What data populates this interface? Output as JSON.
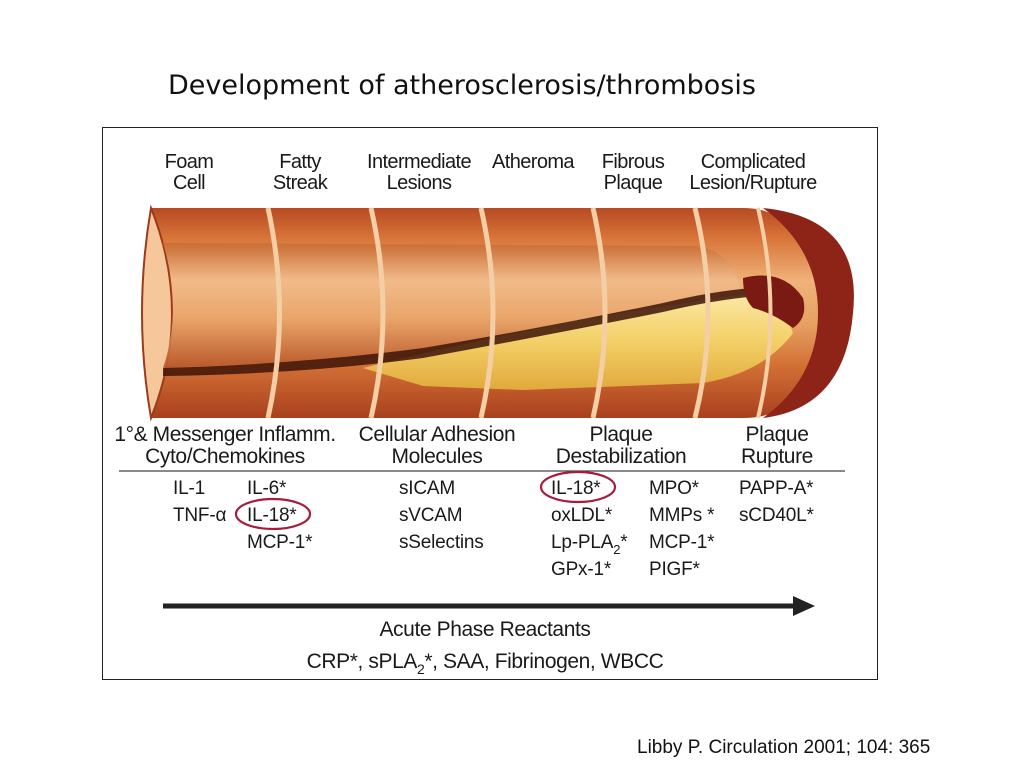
{
  "slide": {
    "title": "Development of atherosclerosis/thrombosis",
    "citation": "Libby P. Circulation 2001; 104: 365"
  },
  "stages": [
    [
      "Foam",
      "Cell"
    ],
    [
      "Fatty",
      "Streak"
    ],
    [
      "Intermediate",
      "Lesions"
    ],
    [
      "Atheroma"
    ],
    [
      "Fibrous",
      "Plaque"
    ],
    [
      "Complicated",
      "Lesion/Rupture"
    ]
  ],
  "categories": [
    [
      "1°& Messenger Inflamm.",
      "Cyto/Chemokines"
    ],
    [
      "Cellular Adhesion",
      "Molecules"
    ],
    [
      "Plaque",
      "Destabilization"
    ],
    [
      "Plaque",
      "Rupture"
    ]
  ],
  "markers": {
    "col1": [
      "IL-1",
      "TNF-α"
    ],
    "col2": [
      "IL-6*",
      "IL-18*",
      "MCP-1*"
    ],
    "col3": [
      "sICAM",
      "sVCAM",
      "sSelectins"
    ],
    "col4": [
      "IL-18*",
      "oxLDL*",
      "Lp-PLA",
      "GPx-1*"
    ],
    "col4_lp_pla_subscript": "2",
    "col4_lp_pla_suffix": "*",
    "col5": [
      "MPO*",
      "MMPs *",
      "MCP-1*",
      "PIGF*"
    ],
    "col6": [
      "PAPP-A*",
      "sCD40L*"
    ]
  },
  "acute_phase": {
    "title": "Acute Phase Reactants",
    "list_prefix": "CRP*, sPLA",
    "list_subscript": "2",
    "list_suffix": "*, SAA, Fibrinogen, WBCC"
  },
  "colors": {
    "highlight_circle": "#a31d3c",
    "vessel_outer": "#c1562a",
    "vessel_lumen": "#e4a46a",
    "plaque_yellow": "#f2d26b",
    "arrow": "#222222"
  }
}
